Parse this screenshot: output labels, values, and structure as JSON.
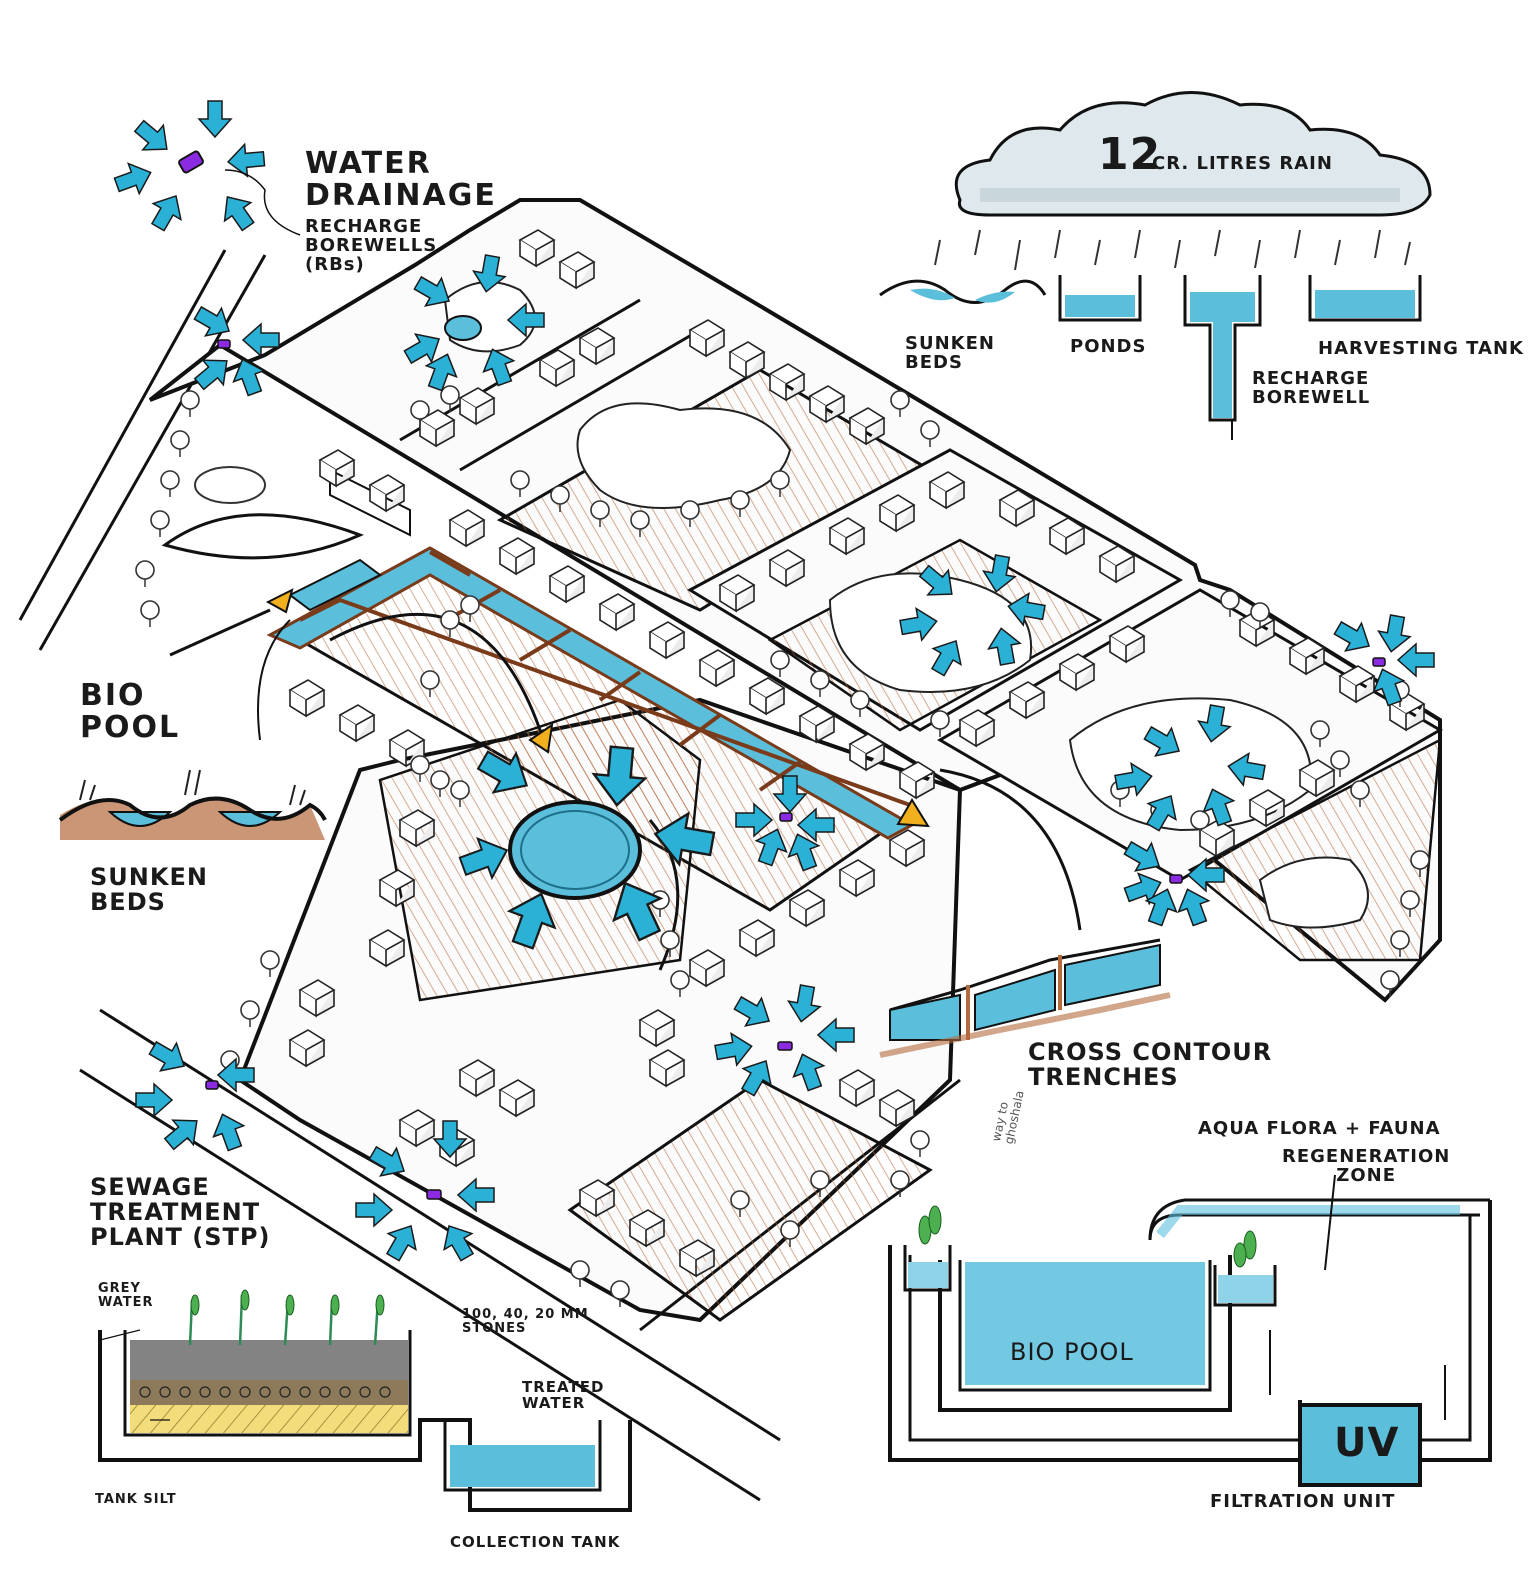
{
  "rain": {
    "amount": "12",
    "unit_text": "CR. LITRES RAIN"
  },
  "rain_types": {
    "sunken_beds": "SUNKEN\nBEDS",
    "ponds": "PONDS",
    "harvesting_tank": "HARVESTING TANK",
    "recharge_borewell": "RECHARGE\nBOREWELL"
  },
  "labels": {
    "water_drainage": "WATER\nDRAINAGE",
    "recharge_borewells": "RECHARGE\nBOREWELLS\n(RBs)",
    "bio_pool": "BIO\nPOOL",
    "sunken_beds": "SUNKEN\nBEDS",
    "sewage_treatment_plant": "SEWAGE\nTREATMENT\nPLANT (STP)",
    "cross_contour_trenches": "CROSS CONTOUR\nTRENCHES",
    "way_to_ghoshala": "way to\nghoshala"
  },
  "stp_detail": {
    "grey_water": "GREY\nWATER",
    "stones": "100, 40, 20 MM\nSTONES",
    "tank_silt": "TANK SILT",
    "treated_water": "TREATED\nWATER",
    "collection_tank": "COLLECTION TANK"
  },
  "biopool_detail": {
    "aqua_flora": "AQUA FLORA + FAUNA",
    "regeneration_zone": "REGENERATION\nZONE",
    "bio_pool": "BIO POOL",
    "uv": "UV",
    "filtration_unit": "FILTRATION UNIT"
  },
  "colors": {
    "water": "#5bbfdc",
    "arrow": "#2bb0d6",
    "soil": "#b36a3c",
    "borewell": "#8a2be2",
    "pointer": "#f2b01e",
    "silt": "#f3dd7a",
    "cloud": "#c9d6dc"
  }
}
